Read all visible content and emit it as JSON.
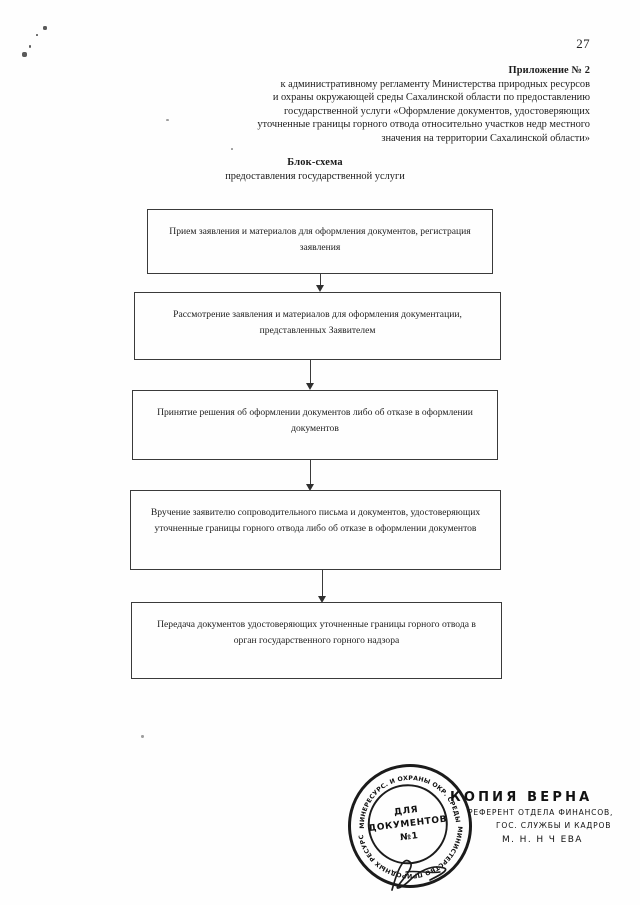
{
  "document": {
    "page_number": "27",
    "appendix_heading": {
      "title": "Приложение № 2",
      "lines": [
        "к административному регламенту Министерства природных ресурсов",
        "и охраны окружающей среды Сахалинской области по предоставлению",
        "государственной  услуги «Оформление документов, удостоверяющих",
        "уточненные границы горного отвода относительно участков недр местного",
        "значения на территории Сахалинской области»"
      ]
    },
    "scheme_title": {
      "line1": "Блок-схема",
      "line2": "предоставления государственной услуги"
    }
  },
  "flowchart": {
    "type": "flow-diagram",
    "orientation": "vertical",
    "steps": [
      {
        "index": 1,
        "text": "Прием заявления и материалов для оформления документов, регистрация заявления"
      },
      {
        "index": 2,
        "text": "Рассмотрение заявления и материалов для оформления документации, представленных  Заявителем"
      },
      {
        "index": 3,
        "text": "Принятие решения об оформлении документов либо об отказе в оформлении документов"
      },
      {
        "index": 4,
        "text": "Вручение заявителю  сопроводительного письма и документов, удостоверяющих уточненные границы горного отвода либо об отказе в оформлении документов"
      },
      {
        "index": 5,
        "text": "Передача документов удостоверяющих уточненные границы горного отвода в орган государственного горного надзора"
      }
    ]
  },
  "stamp": {
    "seal": {
      "inner_line1": "ДЛЯ",
      "inner_line2": "ДОКУМЕНТОВ",
      "inner_line3": "№1",
      "ring_top": "МИНЕРЕСУРС. И ОХРАНЫ ОКР. СРЕДЫ САХ. ОБЛ",
      "ring_bottom": "МИНИСТЕРСТВО ПРИРОДНЫХ РЕСУРСОВ"
    },
    "certification": {
      "kopiya_verna": "КОПИЯ ВЕРНА",
      "role_line1": "РЕФЕРЕНТ ОТДЕЛА ФИНАНСОВ,",
      "role_line2": "ГОС. СЛУЖБЫ  И  КАДРОВ",
      "signer": "М. Н. Н Ч ЕВА"
    }
  },
  "colors": {
    "ink": "#1d1d1d",
    "rule": "#3a3a3a",
    "paper": "#fefefe",
    "stamp_ink": "#121212"
  }
}
